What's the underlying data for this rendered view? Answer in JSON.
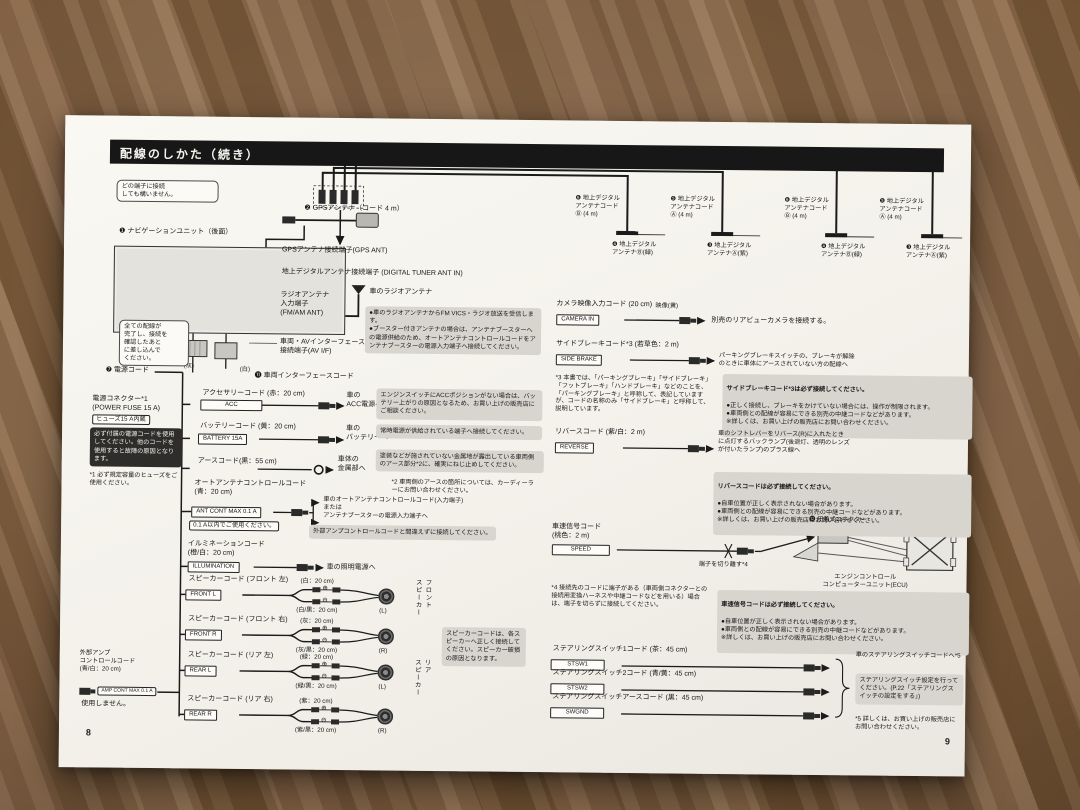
{
  "page": {
    "title": "配線のしかた（続き）",
    "page_left": "8",
    "page_right": "9"
  },
  "colors": {
    "paper": "#f7f5ef",
    "ink": "#1b1b1b",
    "note_bg": "#d8d5cf",
    "wood": "#85644a",
    "title_bar": "#171717"
  },
  "top": {
    "bubble_terminals": "どの端子に接続\nしても構いません。",
    "unit_label": "❶ ナビゲーションユニット（後面）",
    "gps_label": "❷ GPSアンテナ（コード 4 m）",
    "gps_terminal": "GPSアンテナ接続端子(GPS ANT)",
    "digital_terminal": "地上デジタルアンテナ接続端子 (DIGITAL TUNER ANT IN)",
    "radio_terminal": "ラジオアンテナ\n入力端子\n(FM/AM ANT)",
    "car_radio_antenna": "車のラジオアンテナ",
    "radio_note": "●車のラジオアンテナからFM VICS・ラジオ放送を受信します。\n●ブースター付きアンテナの場合は、アンテナブースターへの電源供給のため、オートアンテナコントロールコードをアンテナブースターの電源入力端子へ接続してください。",
    "av_terminal": "車両・AVインターフェース\n接続端子(AV I/F)",
    "gray_conn": "(灰)",
    "white_conn": "(白)",
    "vehicle_if_cord": "⓫ 車両インターフェースコード",
    "power_cord": "❼ 電源コード",
    "bubble_power": "全ての配線が\n完了し、接続を\n確認したあと\nに差し込んで\nください。"
  },
  "antenna_groups": [
    {
      "cord": "❻ 地上デジタル\nアンテナコード\nⒷ (4 m)",
      "ant": "❹ 地上デジタル\nアンテナⒷ(緑)"
    },
    {
      "cord": "❺ 地上デジタル\nアンテナコード\nⒶ (4 m)",
      "ant": "❸ 地上デジタル\nアンテナⒶ(紫)"
    },
    {
      "cord": "❻ 地上デジタル\nアンテナコード\nⒷ (4 m)",
      "ant": "❹ 地上デジタル\nアンテナⒷ(緑)"
    },
    {
      "cord": "❺ 地上デジタル\nアンテナコード\nⒶ (4 m)",
      "ant": "❸ 地上デジタル\nアンテナⒶ(紫)"
    }
  ],
  "power_block": {
    "name": "電源コネクター*1",
    "fuse": "(POWER FUSE 15 A)",
    "fuse_box": "ヒューズ15 A内蔵",
    "warning": "必ず付属の電源コードを使用してください。他のコードを使用すると故障の原因となります。",
    "note1": "*1 必ず規定容量のヒューズをご使用ください。"
  },
  "left_cables": [
    {
      "name": "アクセサリーコード (赤：20 cm)",
      "tag": "ACC",
      "dest": "車の\nACC電源へ",
      "note": "エンジンスイッチにACCポジションがない場合は、バッテリー上がりの原因となるため、お買い上げの販売店にご相談ください。"
    },
    {
      "name": "バッテリーコード (黄：20 cm)",
      "tag": "BATTERY 15A",
      "dest": "車の\nバッテリーへ",
      "note": "常時電源が供給されている端子へ接続してください。"
    },
    {
      "name": "アースコード(黒：55 cm)",
      "dest": "車体の\n金属部へ",
      "note": "塗装などが施されていない金属地が露出している車両側のアース部分*2に、確実にねじ止めしてください。",
      "note2": "*2 車両側のアースの箇所については、カーディーラーにお問い合わせください。"
    },
    {
      "name": "オートアンテナコントロールコード\n(青：20 cm)",
      "tag": "ANT CONT MAX 0.1 A",
      "dest": "車のオートアンテナコントロールコード(入力端子)\nまたは\nアンテナブースターの電源入力端子へ",
      "limit_box": "0.1 A以内でご使用ください。",
      "note": "外部アンプコントロールコードと間違えずに接続してください。"
    },
    {
      "name": "イルミネーションコード\n(橙/白：20 cm)",
      "tag": "ILLUMINATION",
      "dest": "車の照明電源へ"
    }
  ],
  "speakers": {
    "plus": "⊕",
    "minus": "⊖",
    "rows": [
      {
        "name": "スピーカーコード (フロント 左)",
        "tag": "FRONT L",
        "plus_wire": "(白：20 cm)",
        "minus_wire": "(白/黒：20 cm)",
        "ch": "(L)"
      },
      {
        "name": "スピーカーコード (フロント 右)",
        "tag": "FRONT R",
        "plus_wire": "(灰：20 cm)",
        "minus_wire": "(灰/黒：20 cm)",
        "ch": "(R)"
      },
      {
        "name": "スピーカーコード (リア 左)",
        "tag": "REAR L",
        "plus_wire": "(緑：20 cm)",
        "minus_wire": "(緑/黒：20 cm)",
        "ch": "(L)"
      },
      {
        "name": "スピーカーコード (リア 右)",
        "tag": "REAR R",
        "plus_wire": "(紫：20 cm)",
        "minus_wire": "(紫/黒：20 cm)",
        "ch": "(R)"
      }
    ],
    "front_label": "フロント\nスピーカー",
    "rear_label": "リア\nスピーカー",
    "note": "スピーカーコードは、各スピーカーへ正しく接続してください。スピーカー破損の原因となります。"
  },
  "ext_amp": {
    "name": "外部アンプ\nコントロールコード\n(青/白：20 cm)",
    "tag": "AMP CONT MAX 0.1 A",
    "note": "使用しません。"
  },
  "camera": {
    "name": "カメラ映像入力コード (20 cm)",
    "wire": "映像(黄)",
    "tag": "CAMERA IN",
    "dest": "別売のリアビューカメラを接続する。"
  },
  "side_brake": {
    "name": "サイドブレーキコード*3 (若草色：2 m)",
    "tag": "SIDE BRAKE",
    "dest": "パーキングブレーキスイッチの、ブレーキが解除\nのときに車体にアースされていない方の配線へ",
    "note3": "*3 本書では、「パーキングブレーキ」「サイドブレーキ」「フットブレーキ」「ハンドブレーキ」などのことを、「パーキングブレーキ」と呼称して、表記していますが、コードの名称のみ「サイドブレーキ」と呼称して、説明しています。",
    "box_title": "サイドブレーキコード*3は必ず接続してください。",
    "box_body": "●正しく接続し、ブレーキをかけていない場合には、操作が制限されます。\n●車両側との配線が容易にできる別売の中継コードなどがあります。\n※詳しくは、お買い上げの販売店にお問い合わせください。"
  },
  "reverse": {
    "name": "リバースコード (紫/白：2 m)",
    "tag": "REVERSE",
    "dest": "車のシフトレバーをリバース(R)に入れたとき\nに点灯するバックランプ(後退灯、透明のレンズ\nが付いたランプ)のプラス線へ",
    "box_title": "リバースコードは必ず接続してください。",
    "box_body": "●自車位置が正しく表示されない場合があります。\n●車両側との配線が容易にできる別売の中継コードなどがあります。\n※詳しくは、お買い上げの販売店にお問い合わせください。"
  },
  "speed": {
    "name": "車速信号コード\n(桃色：2 m)",
    "tag": "SPEED",
    "cut": "端子を切り離す*4",
    "connector": "⓬ 圧着式コネクター",
    "ecu": "エンジンコントロール\nコンピューターユニット(ECU)",
    "note4": "*4 接続先のコードに端子がある（車両側コネクターとの接続用変換ハーネスや中継コードなどを用いる）場合は、端子を切らずに接続してください。",
    "box_title": "車速信号コードは必ず接続してください。",
    "box_body": "●自車位置が正しく表示されない場合があります。\n●車両側との配線が容易にできる別売の中継コードなどがあります。\n※詳しくは、お買い上げの販売店にお問い合わせください。"
  },
  "steering": {
    "row1_name": "ステアリングスイッチ1コード (茶：45 cm)",
    "row1_tag": "STSW1",
    "row2_name": "ステアリングスイッチ2コード (青/黄：45 cm)",
    "row2_tag": "STSW2",
    "row3_name": "ステアリングスイッチアースコード (黒：45 cm)",
    "row3_tag": "SWGND",
    "dest": "車のステアリングスイッチコードへ*5",
    "box": "ステアリングスイッチ設定を行ってください。(P.22「ステアリングスイッチの設定をする」)",
    "note5": "*5 詳しくは、お買い上げの販売店にお問い合わせください。"
  }
}
